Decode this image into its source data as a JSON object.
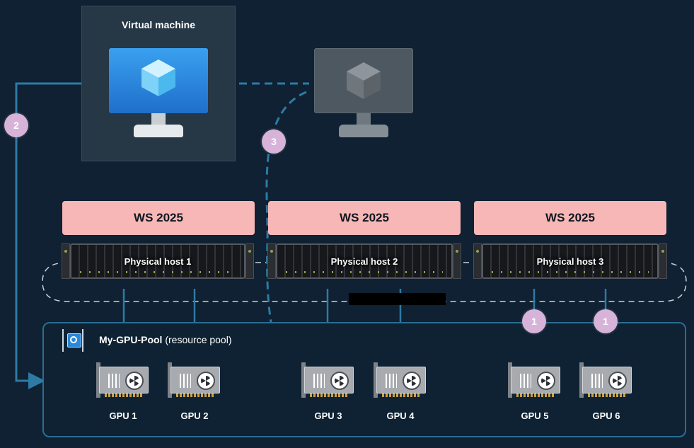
{
  "vm": {
    "title": "Virtual machine"
  },
  "colors": {
    "background": "#0f2132",
    "os_box": "#f6b7b6",
    "connector": "#2d7ba5",
    "badge": "#d7b3d9",
    "vm_screen": "#2f8fe0",
    "ghost_screen": "#4a5660"
  },
  "hosts": [
    {
      "os": "WS 2025",
      "label": "Physical host 1"
    },
    {
      "os": "WS 2025",
      "label": "Physical host 2"
    },
    {
      "os": "WS 2025",
      "label": "Physical host 3"
    }
  ],
  "pool": {
    "name": "My-GPU-Pool",
    "suffix": " (resource pool)",
    "icon": "gpu-pool-icon"
  },
  "gpus": [
    "GPU 1",
    "GPU 2",
    "GPU 3",
    "GPU 4",
    "GPU 5",
    "GPU 6"
  ],
  "badges": {
    "step_two": "2",
    "step_three": "3",
    "step_one_a": "1",
    "step_one_b": "1"
  }
}
